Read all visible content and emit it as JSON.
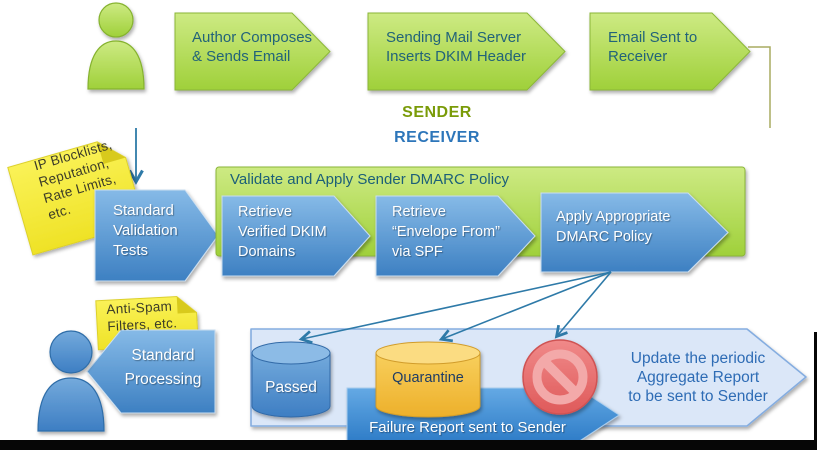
{
  "divider": {
    "sender": "SENDER",
    "receiver": "RECEIVER"
  },
  "sender_flow": {
    "author": "Author Composes\n& Sends Email",
    "dkim": "Sending Mail Server\nInserts DKIM Header",
    "send": "Email Sent to\nReceiver"
  },
  "notes": {
    "blocklists": "IP Blocklists,\nReputation,\nRate Limits,\netc.",
    "antispam": "Anti-Spam\nFilters, etc."
  },
  "receiver_flow": {
    "standard_validation": "Standard\nValidation\nTests",
    "dmarc_title": "Validate and Apply Sender DMARC Policy",
    "retrieve_dkim": "Retrieve\nVerified DKIM\nDomains",
    "retrieve_spf": "Retrieve\n“Envelope From”\nvia SPF",
    "apply_policy": "Apply Appropriate\nDMARC Policy",
    "standard_processing": "Standard\nProcessing"
  },
  "outcomes": {
    "passed": "Passed",
    "quarantine": "Quarantine",
    "rejected_icon": "no-entry-icon",
    "aggregate": "Update the periodic\nAggregate Report\nto be sent to Sender",
    "failure": "Failure Report sent to Sender"
  },
  "colors": {
    "flow_green": "#a4d33e",
    "flow_blue": "#4187c8",
    "panel_light_blue": "#dbe7f8",
    "sticky_yellow": "#f8ef3a",
    "reject_red": "#e96a6a",
    "quarantine_gold": "#f3c243",
    "sender_label": "#7a9b08",
    "receiver_label": "#2d76ba",
    "step_text": "#226379",
    "connector_olive": "#a9ab60",
    "connector_blue": "#2e7aa8"
  }
}
